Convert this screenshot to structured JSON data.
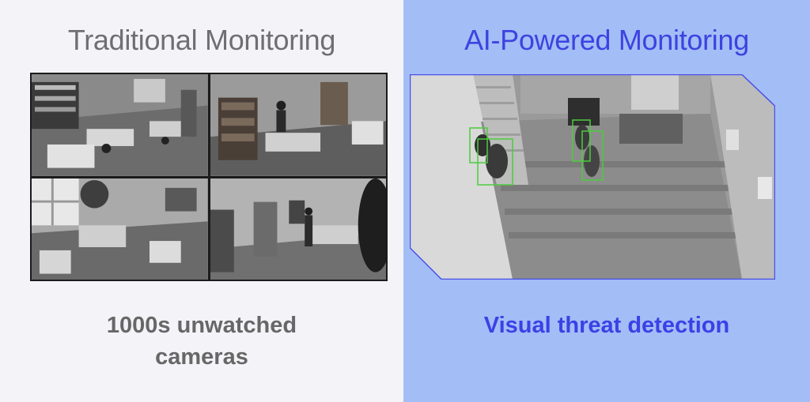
{
  "left_panel": {
    "title": "Traditional Monitoring",
    "caption_line1": "1000s unwatched",
    "caption_line2": "cameras",
    "cameras": [
      {
        "icon": "office-camera-feed-1"
      },
      {
        "icon": "office-camera-feed-2"
      },
      {
        "icon": "office-camera-feed-3"
      },
      {
        "icon": "office-camera-feed-4"
      }
    ]
  },
  "right_panel": {
    "title": "AI-Powered Monitoring",
    "caption": "Visual threat detection",
    "feed_icon": "hallway-camera-feed",
    "detection_box_color": "#4ccc3c"
  },
  "colors": {
    "left_bg": "#f4f4f8",
    "right_bg": "#a3bdf6",
    "left_text": "#6f6f71",
    "accent": "#3d43e0"
  }
}
